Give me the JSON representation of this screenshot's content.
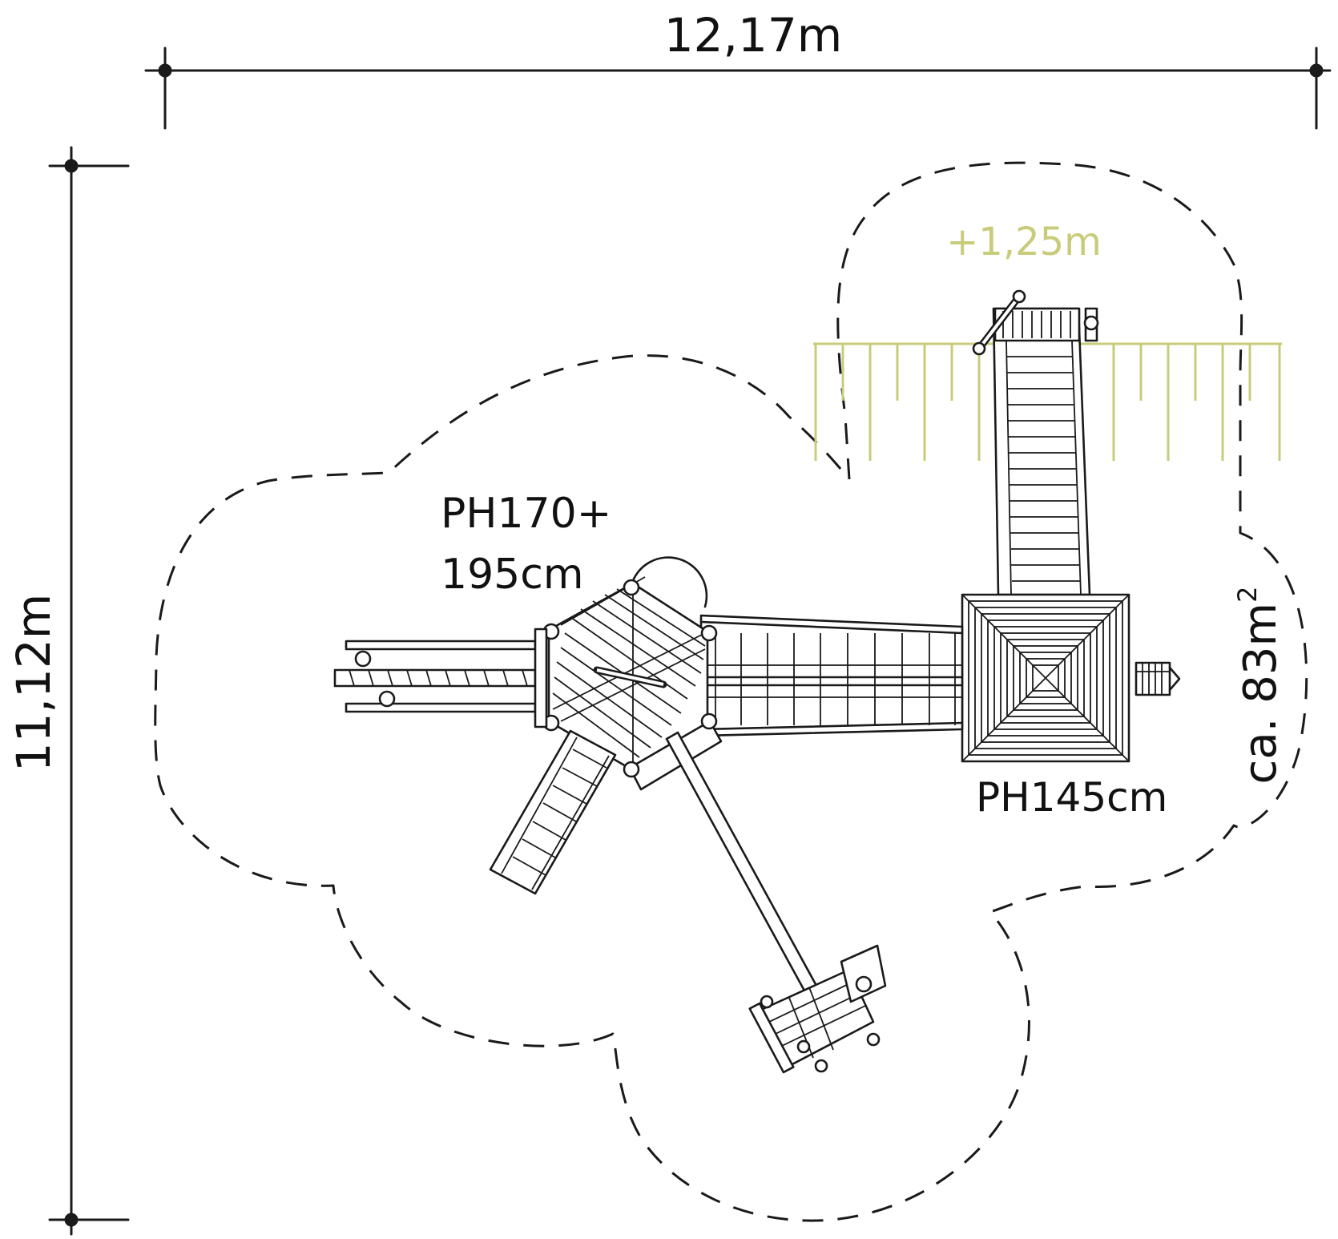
{
  "dimensions": {
    "width": "12,17m",
    "height": "11,12m"
  },
  "labels": {
    "tower_left_line1": "PH170+",
    "tower_left_line2": "195cm",
    "tower_right": "PH145cm",
    "slope_height": "+1,25m",
    "area_prefix": "ca. 83m",
    "area_superscript": "2"
  },
  "colors": {
    "ink": "#1a1a1a",
    "slope_accent": "#c8cc7a",
    "background": "#ffffff"
  }
}
